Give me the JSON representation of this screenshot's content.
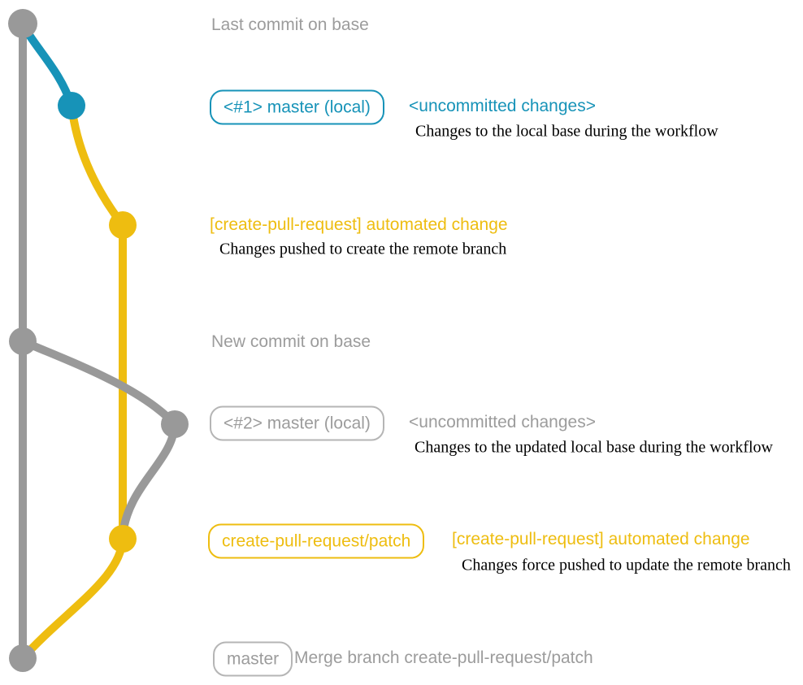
{
  "colors": {
    "gray_branch": "#999999",
    "blue_branch": "#1793b8",
    "yellow_branch": "#eebd10",
    "gray_text": "#9c9c9c",
    "gray_border": "#b5b5b5",
    "black_text": "#000000"
  },
  "rows": {
    "last_commit": {
      "heading": "Last commit on base"
    },
    "master_local_1": {
      "badge": "<#1> master (local)",
      "label": "<uncommitted changes>",
      "description": "Changes to the local base during the workflow"
    },
    "automated_change_1": {
      "label": "[create-pull-request] automated change",
      "description": "Changes pushed to create the remote branch"
    },
    "new_commit": {
      "heading": "New commit on base"
    },
    "master_local_2": {
      "badge": "<#2> master (local)",
      "label": "<uncommitted changes>",
      "description": "Changes to the updated local base during the workflow"
    },
    "patch_branch": {
      "badge": "create-pull-request/patch",
      "label": "[create-pull-request] automated change",
      "description": "Changes force pushed to update the remote branch"
    },
    "merge": {
      "badge": "master",
      "label": "Merge branch create-pull-request/patch"
    }
  }
}
